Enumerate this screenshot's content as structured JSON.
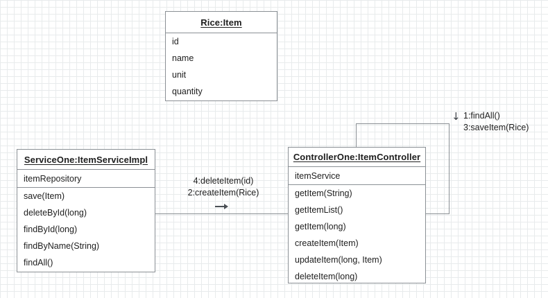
{
  "diagram": {
    "title": "UML class collaboration diagram",
    "background": {
      "grid_minor_color": "#e8ebec",
      "grid_major_color": "#dfe3e5",
      "page_color": "#ffffff"
    },
    "border_color": "#8a8f94",
    "text_color": "#1d1d1d"
  },
  "classes": [
    {
      "id": "rice-item",
      "title": "Rice:Item",
      "attributes": [
        "id",
        "name",
        "unit",
        "quantity"
      ],
      "operations": []
    },
    {
      "id": "service-one",
      "title": "ServiceOne:ItemServiceImpl",
      "attributes": [
        "itemRepository"
      ],
      "operations": [
        "save(Item)",
        "deleteById(long)",
        "findById(long)",
        "findByName(String)",
        "findAll()"
      ]
    },
    {
      "id": "controller-one",
      "title": "ControllerOne:ItemController",
      "attributes": [
        "itemService"
      ],
      "operations": [
        "getItem(String)",
        "getItemList()",
        "getItem(long)",
        "createItem(Item)",
        "updateItem(long, Item)",
        "deleteItem(long)"
      ]
    }
  ],
  "messages": {
    "middle": {
      "line_1": "4:deleteItem(id)",
      "line_2": "2:createItem(Rice)"
    },
    "top_right": {
      "arrow_glyph": "↓",
      "line_1": "1:findAll()",
      "line_2": "3:saveItem(Rice)"
    }
  }
}
